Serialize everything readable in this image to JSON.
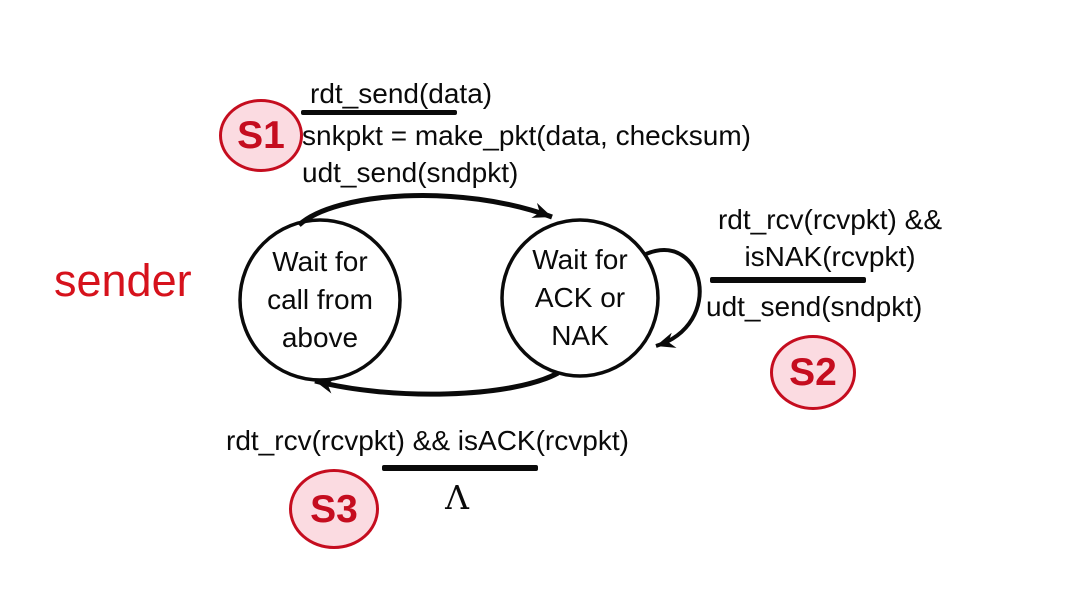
{
  "diagram": {
    "side_label": "sender",
    "states": {
      "left": {
        "lines": [
          "Wait for",
          "call from",
          "above"
        ]
      },
      "right": {
        "lines": [
          "Wait for",
          "ACK or",
          "NAK"
        ]
      }
    },
    "transitions": {
      "s1": {
        "badge": "S1",
        "event": "rdt_send(data)",
        "actions": [
          "snkpkt = make_pkt(data, checksum)",
          "udt_send(sndpkt)"
        ]
      },
      "s2": {
        "badge": "S2",
        "event_lines": [
          "rdt_rcv(rcvpkt) &&",
          "isNAK(rcvpkt)"
        ],
        "action": "udt_send(sndpkt)"
      },
      "s3": {
        "badge": "S3",
        "event": "rdt_rcv(rcvpkt) && isACK(rcvpkt)",
        "action": "Λ"
      }
    },
    "colors": {
      "ink": "#0a0a0a",
      "sender_red": "#d6121c",
      "badge_border": "#c50d1f",
      "badge_fill": "#fbdbe1",
      "badge_text": "#c50d1f",
      "background": "#ffffff"
    }
  }
}
